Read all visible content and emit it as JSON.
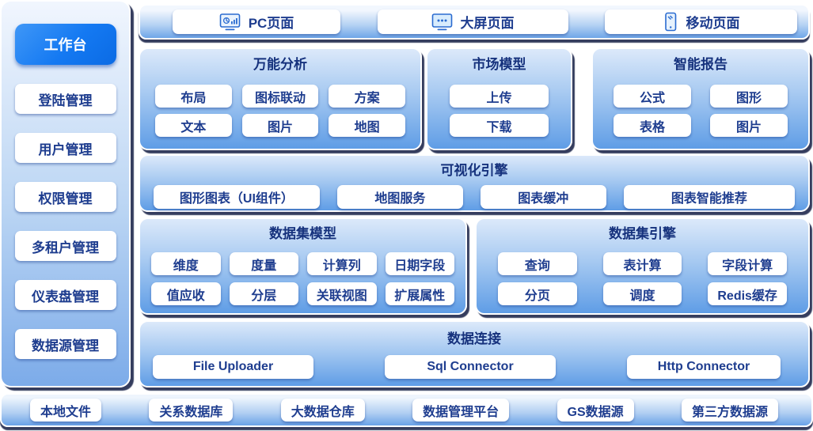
{
  "colors": {
    "accent_blue": "#1479f2",
    "panel_gradient_top": "#dce9fa",
    "panel_gradient_bottom": "#5f9de6",
    "button_text_navy": "#1e3d8f",
    "title_navy": "#16327d",
    "shadow_navy": "#08123a"
  },
  "sidebar": {
    "active_item": "工作台",
    "items": [
      "登陆管理",
      "用户管理",
      "权限管理",
      "多租户管理",
      "仪表盘管理",
      "数据源管理"
    ]
  },
  "topbar": {
    "items": [
      {
        "icon": "pc-monitor-chart-icon",
        "label": "PC页面"
      },
      {
        "icon": "bigscreen-monitor-dots-icon",
        "label": "大屏页面"
      },
      {
        "icon": "mobile-phone-icon",
        "label": "移动页面"
      }
    ]
  },
  "row_analysis": {
    "panels": [
      {
        "title": "万能分析",
        "buttons": [
          "布局",
          "图标联动",
          "方案",
          "文本",
          "图片",
          "地图"
        ]
      },
      {
        "title": "市场模型",
        "buttons": [
          "上传",
          "下载"
        ]
      },
      {
        "title": "智能报告",
        "buttons": [
          "公式",
          "图形",
          "表格",
          "图片"
        ]
      }
    ]
  },
  "row_viz": {
    "title": "可视化引擎",
    "buttons": [
      "图形图表（UI组件）",
      "地图服务",
      "图表缓冲",
      "图表智能推荐"
    ]
  },
  "row_dataset": {
    "panels": [
      {
        "title": "数据集模型",
        "buttons": [
          "维度",
          "度量",
          "计算列",
          "日期字段",
          "值应收",
          "分层",
          "关联视图",
          "扩展属性"
        ]
      },
      {
        "title": "数据集引擎",
        "buttons": [
          "查询",
          "表计算",
          "字段计算",
          "分页",
          "调度",
          "Redis缓存"
        ]
      }
    ]
  },
  "row_connect": {
    "title": "数据连接",
    "buttons": [
      "File Uploader",
      "Sql Connector",
      "Http Connector"
    ]
  },
  "row_sources": {
    "buttons": [
      "本地文件",
      "关系数据库",
      "大数据仓库",
      "数据管理平台",
      "GS数据源",
      "第三方数据源"
    ]
  }
}
